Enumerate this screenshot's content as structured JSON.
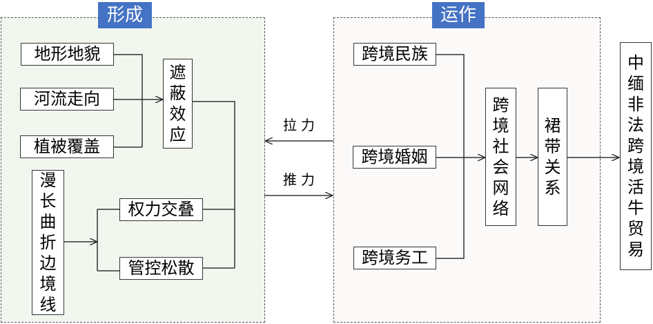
{
  "formation": {
    "title": "形成",
    "terrain": "地形地貌",
    "river": "河流走向",
    "vegetation": "植被覆盖",
    "shielding_effect": [
      "遮",
      "蔽",
      "效",
      "应"
    ],
    "border_line": [
      "漫",
      "长",
      "曲",
      "折",
      "边",
      "境",
      "线"
    ],
    "power_overlap": "权力交叠",
    "loose_control": "管控松散"
  },
  "operation": {
    "title": "运作",
    "ethnic": "跨境民族",
    "marriage": "跨境婚姻",
    "labor": "跨境务工",
    "social_network": [
      "跨",
      "境",
      "社",
      "会",
      "网",
      "络"
    ],
    "kinship": [
      "裙",
      "带",
      "关",
      "系"
    ]
  },
  "forces": {
    "pull": "拉力",
    "push": "推力"
  },
  "result": [
    "中",
    "缅",
    "非",
    "法",
    "跨",
    "境",
    "活",
    "牛",
    "贸",
    "易"
  ],
  "colors": {
    "badge": "#4472c4",
    "formation_bg": "#f1f7ef",
    "operation_bg": "#fcf9f9"
  }
}
